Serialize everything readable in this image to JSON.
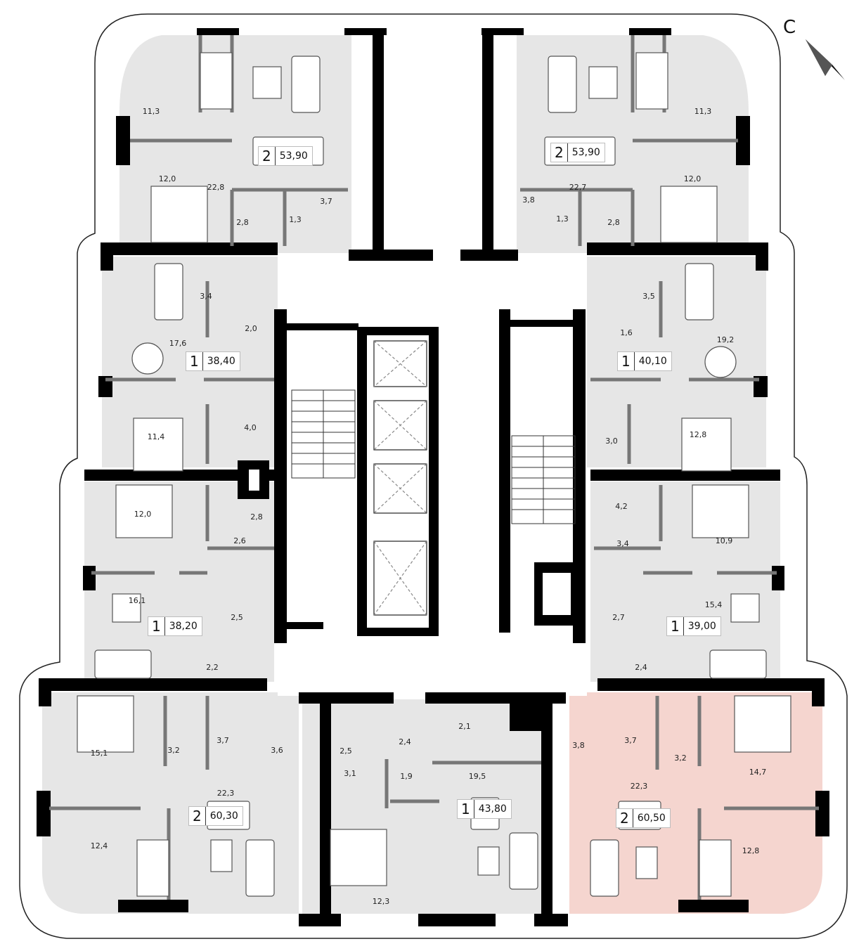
{
  "compass": {
    "letter": "С",
    "icon": "north-arrow-icon"
  },
  "colors": {
    "apartment_fill": "#e6e6e6",
    "highlight_fill": "#f5d5cf",
    "wall": "#000000",
    "partition": "#777777"
  },
  "apartments": [
    {
      "id": "tl",
      "rooms": "2",
      "area": "53,90"
    },
    {
      "id": "tr",
      "rooms": "2",
      "area": "53,90"
    },
    {
      "id": "ul",
      "rooms": "1",
      "area": "38,40"
    },
    {
      "id": "ur",
      "rooms": "1",
      "area": "40,10"
    },
    {
      "id": "ml",
      "rooms": "1",
      "area": "38,20"
    },
    {
      "id": "mr",
      "rooms": "1",
      "area": "39,00"
    },
    {
      "id": "bl",
      "rooms": "2",
      "area": "60,30"
    },
    {
      "id": "bc",
      "rooms": "1",
      "area": "43,80"
    },
    {
      "id": "br",
      "rooms": "2",
      "area": "60,50",
      "highlighted": true
    }
  ],
  "room_areas": [
    "11,3",
    "12,0",
    "22,8",
    "2,8",
    "1,3",
    "3,7",
    "11,3",
    "12,0",
    "22,7",
    "3,8",
    "1,3",
    "2,8",
    "3,4",
    "2,0",
    "17,6",
    "4,0",
    "11,4",
    "3,5",
    "1,6",
    "19,2",
    "3,0",
    "12,8",
    "12,0",
    "2,8",
    "2,6",
    "16,1",
    "2,5",
    "2,2",
    "4,2",
    "3,4",
    "10,9",
    "15,4",
    "2,7",
    "2,4",
    "15,1",
    "3,2",
    "3,7",
    "3,6",
    "22,3",
    "12,4",
    "2,5",
    "3,1",
    "2,4",
    "1,9",
    "2,1",
    "19,5",
    "12,3",
    "3,8",
    "3,7",
    "3,2",
    "14,7",
    "22,3",
    "12,8"
  ]
}
